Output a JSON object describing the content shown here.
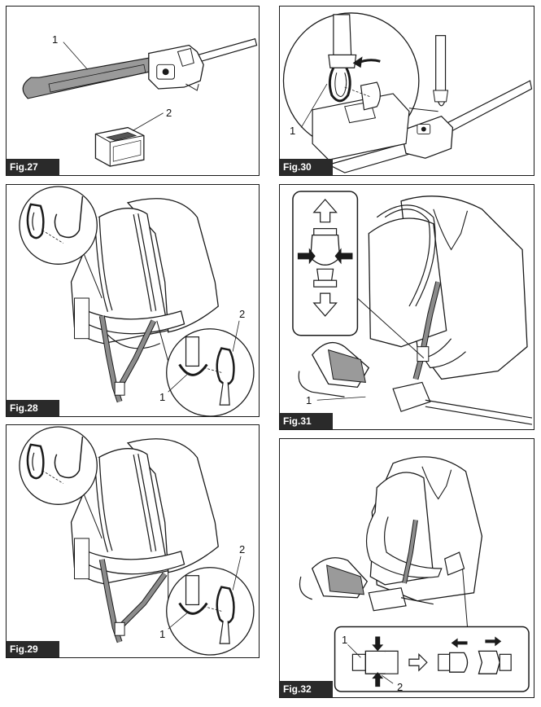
{
  "figures": {
    "fig27": {
      "label": "Fig.27",
      "callouts": [
        "1",
        "2"
      ]
    },
    "fig30": {
      "label": "Fig.30",
      "callouts": [
        "1"
      ]
    },
    "fig28": {
      "label": "Fig.28",
      "callouts": [
        "1",
        "2"
      ]
    },
    "fig31": {
      "label": "Fig.31",
      "callouts": [
        "1"
      ]
    },
    "fig29": {
      "label": "Fig.29",
      "callouts": [
        "1",
        "2"
      ]
    },
    "fig32": {
      "label": "Fig.32",
      "callouts": [
        "1",
        "2"
      ]
    }
  },
  "icons": {
    "fig27": [
      "pole-saw-attachment-illustration",
      "battery-pack-illustration"
    ],
    "fig30": [
      "snap-hook-illustration",
      "hanger-hook-illustration"
    ],
    "fig28": [
      "backpack-harness-illustration",
      "snap-hook-illustration",
      "d-ring-illustration"
    ],
    "fig31": [
      "operator-wearing-harness-illustration",
      "buckle-adjustment-illustration",
      "up-arrow-icon",
      "down-arrow-icon"
    ],
    "fig29": [
      "backpack-harness-illustration",
      "snap-hook-illustration",
      "d-ring-illustration"
    ],
    "fig32": [
      "operator-wearing-harness-illustration",
      "buckle-release-illustration",
      "right-arrow-icon"
    ]
  },
  "colors": {
    "line": "#1a1a1a",
    "strap_fill": "#8c8c8c",
    "bar_fill": "#9a9a9a",
    "label_bg": "#2a2a2a",
    "label_text": "#ffffff"
  }
}
